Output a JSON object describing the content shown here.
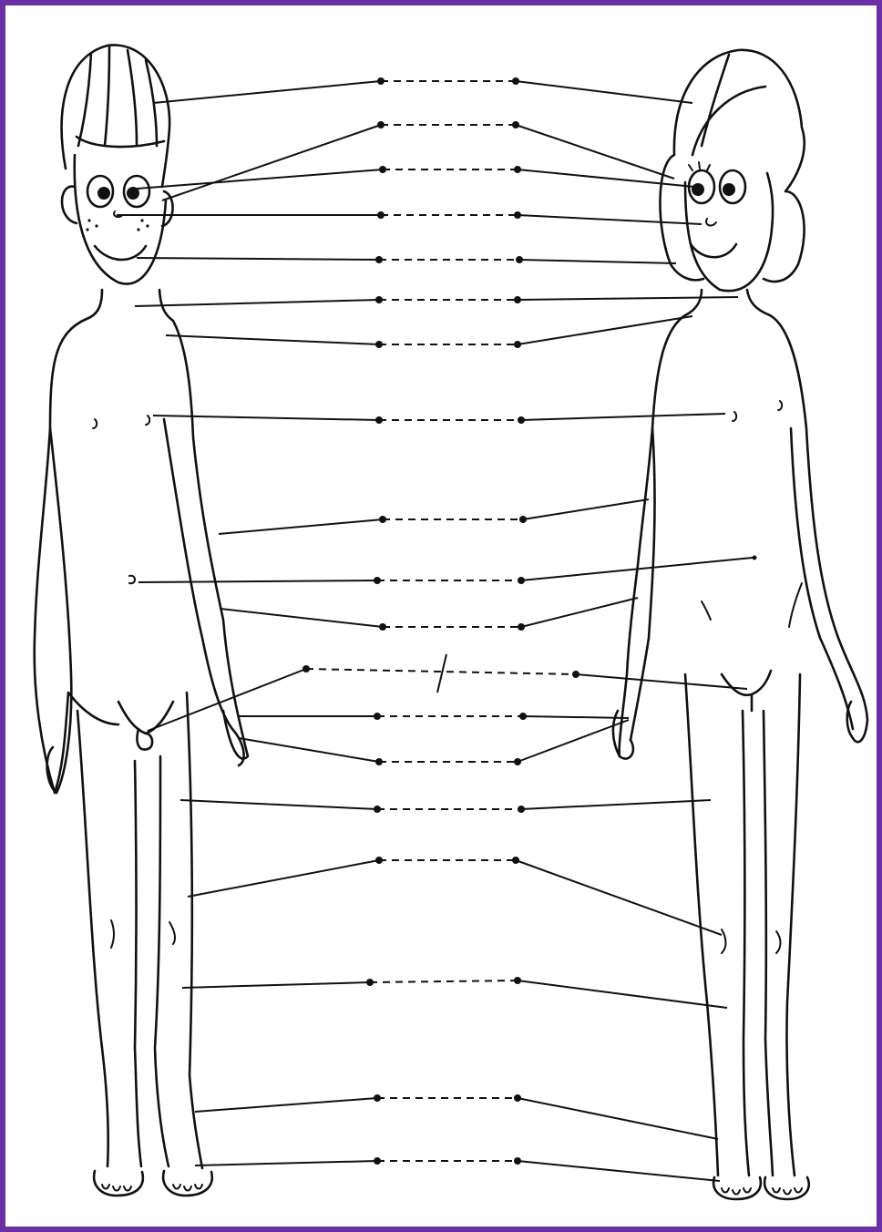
{
  "worksheet": {
    "frame_color": "#6a2ea6",
    "figures": [
      "boy",
      "girl"
    ],
    "matching_rows": 19
  }
}
